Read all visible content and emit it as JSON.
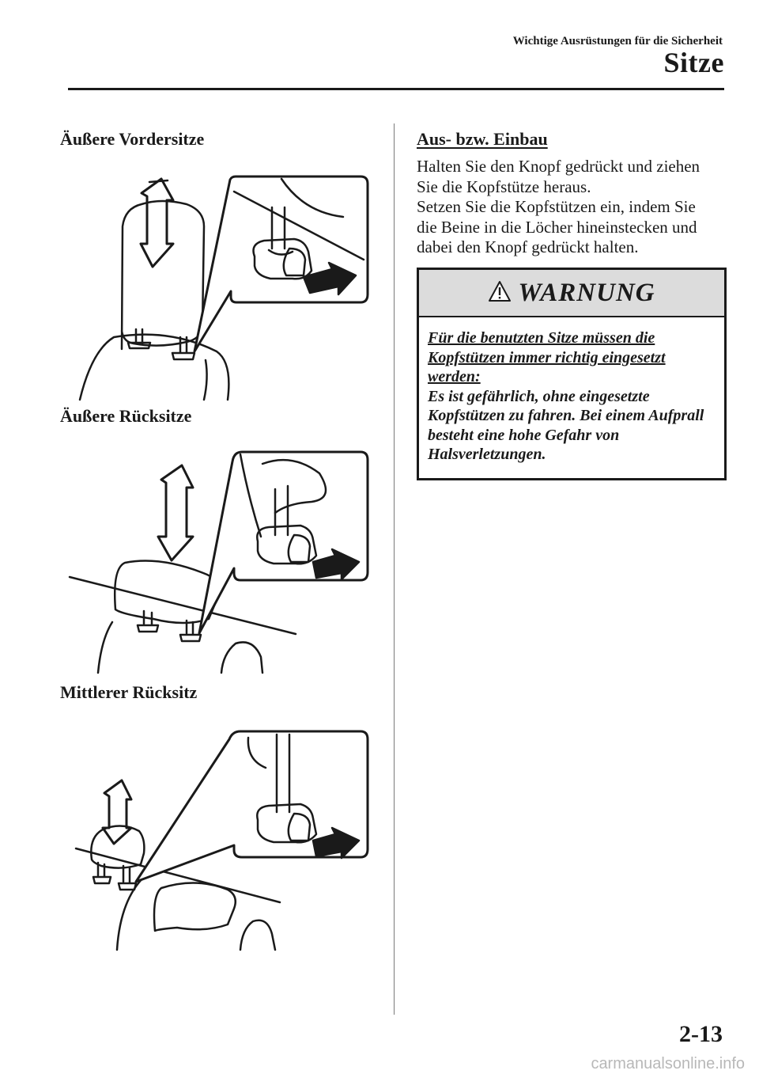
{
  "header": {
    "subtitle": "Wichtige Ausrüstungen für die Sicherheit",
    "title": "Sitze"
  },
  "left": {
    "sections": [
      {
        "heading": "Äußere Vordersitze"
      },
      {
        "heading": "Äußere Rücksitze"
      },
      {
        "heading": "Mittlerer Rücksitz"
      }
    ]
  },
  "right": {
    "heading": "Aus- bzw. Einbau",
    "paragraph1": "Halten Sie den Knopf gedrückt und ziehen Sie die Kopfstütze heraus.",
    "paragraph2": "Setzen Sie die Kopfstützen ein, indem Sie die Beine in die Löcher hineinstecken und dabei den Knopf gedrückt halten.",
    "warning": {
      "icon": "warning-triangle-icon",
      "title": "WARNUNG",
      "underlined": "Für die benutzten Sitze müssen die Kopfstützen immer richtig eingesetzt werden:",
      "text": "Es ist gefährlich, ohne eingesetzte Kopfstützen zu fahren. Bei einem Aufprall besteht eine hohe Gefahr von Halsverletzungen."
    }
  },
  "footer": {
    "page_number": "2-13",
    "watermark": "carmanualsonline.info"
  }
}
